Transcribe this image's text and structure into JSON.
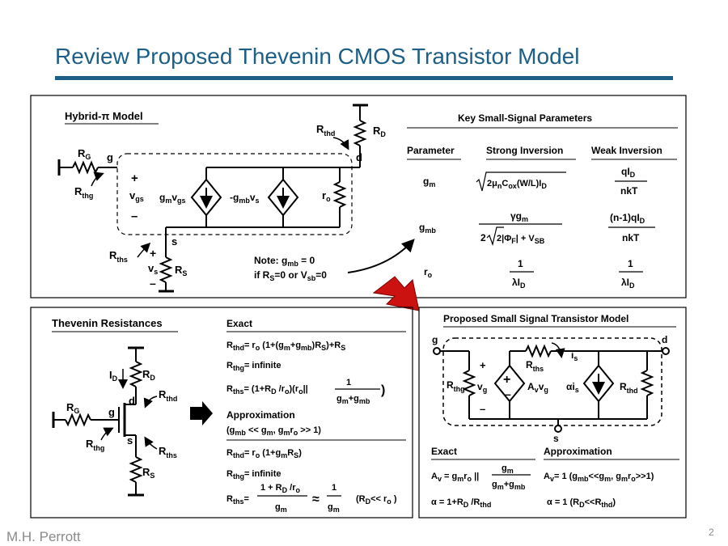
{
  "page": {
    "title": "Review Proposed Thevenin CMOS Transistor Model",
    "footer": "M.H. Perrott",
    "page_number": "2"
  },
  "hybrid_pi": {
    "title": "Hybrid-π Model",
    "note_line1": "Note:  g",
    "note_mb": "mb",
    "note_eq": " = 0",
    "note_line2": "if R",
    "note_s": "S",
    "note_or": "=0 or V",
    "note_sb": "sb",
    "note_end": "=0",
    "labels": {
      "rg": "R",
      "rg_sub": "G",
      "g": "g",
      "d": "d",
      "s": "s",
      "rd": "R",
      "rd_sub": "D",
      "rs": "R",
      "rs_sub": "S",
      "ro": "r",
      "ro_sub": "o",
      "rthg": "R",
      "rthg_sub": "thg",
      "rthd": "R",
      "rthd_sub": "thd",
      "rths": "R",
      "rths_sub": "ths",
      "vgs": "v",
      "vgs_sub": "gs",
      "vs": "v",
      "vs_sub": "s",
      "gm": "g",
      "gm_sub": "m",
      "gm_v": "v",
      "gm_v_sub": "gs",
      "gmb": "-g",
      "gmb_sub": "mb",
      "gmb_v": "v",
      "gmb_v_sub": "s"
    }
  },
  "key_params": {
    "title": "Key Small-Signal Parameters",
    "headers": [
      "Parameter",
      "Strong Inversion",
      "Weak Inversion"
    ],
    "rows": [
      {
        "param": "g",
        "param_sub": "m"
      },
      {
        "param": "g",
        "param_sub": "mb"
      },
      {
        "param": "r",
        "param_sub": "o"
      }
    ]
  },
  "thevenin": {
    "title": "Thevenin Resistances",
    "exact_title": "Exact",
    "approx_title": "Approximation",
    "approx_cond": "(g",
    "rthg_exact": "= infinite",
    "rthg_approx": "= infinite",
    "rd_ro_cond": "(R",
    "labels": {
      "id": "I",
      "id_sub": "D",
      "d": "d",
      "g": "g",
      "s": "s"
    }
  },
  "proposed": {
    "title": "Proposed Small Signal Transistor Model",
    "exact_title": "Exact",
    "approx_title": "Approximation",
    "labels": {
      "g": "g",
      "d": "d",
      "s": "s",
      "is": "i",
      "is_sub": "s",
      "alpha_is": "αi",
      "av": "A",
      "av_sub": "v",
      "vg": "v",
      "vg_sub": "g"
    },
    "av_approx": "= 1 (g",
    "alpha_exact": "α  = 1+R",
    "alpha_approx": "α = 1 (R"
  },
  "colors": {
    "title": "#1d5f86",
    "bar": "#1d5f86",
    "arrow": "#cc1111",
    "footer": "#8a8a8a"
  }
}
